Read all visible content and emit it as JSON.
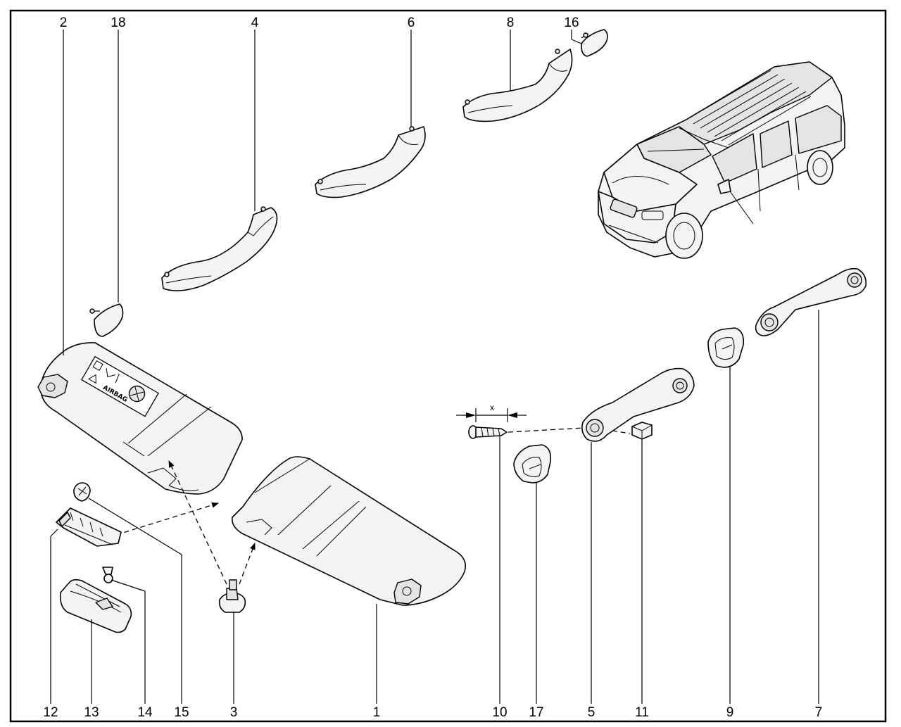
{
  "diagram": {
    "callouts_top": [
      "2",
      "18",
      "4",
      "6",
      "8",
      "16"
    ],
    "callouts_bottom": [
      "12",
      "13",
      "14",
      "15",
      "3",
      "1",
      "10",
      "17",
      "5",
      "11",
      "9",
      "7"
    ],
    "dimension_label": "x",
    "warning_label": "AIRBAG",
    "colors": {
      "line": "#000000",
      "fill": "#f3f3f3",
      "background": "#ffffff"
    }
  }
}
